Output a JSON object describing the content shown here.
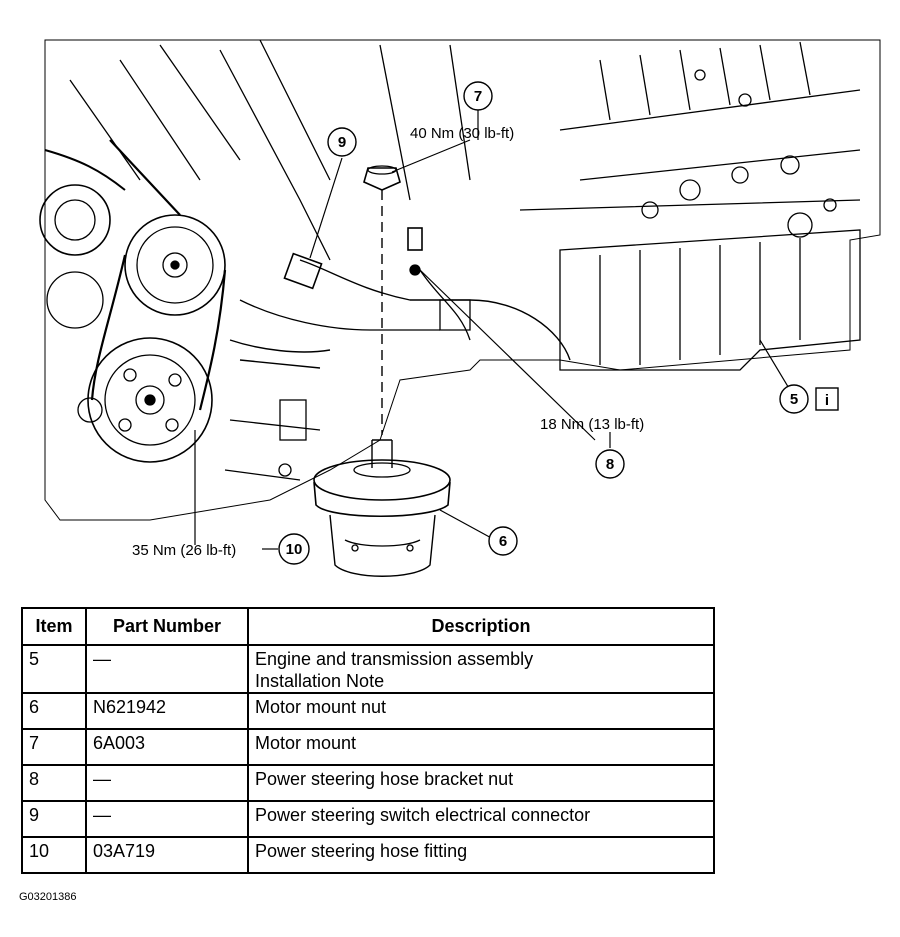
{
  "diagram": {
    "callouts": [
      {
        "id": "7",
        "label": "7"
      },
      {
        "id": "9",
        "label": "9"
      },
      {
        "id": "5",
        "label": "5"
      },
      {
        "id": "8",
        "label": "8"
      },
      {
        "id": "6",
        "label": "6"
      },
      {
        "id": "10",
        "label": "10"
      }
    ],
    "torque_labels": {
      "t7": "40 Nm (30 lb-ft)",
      "t8": "18 Nm (13 lb-ft)",
      "t10": "35 Nm (26 lb-ft)"
    },
    "info_icon": "i"
  },
  "table": {
    "headers": {
      "item": "Item",
      "part_number": "Part Number",
      "description": "Description"
    },
    "rows": [
      {
        "item": "5",
        "part_number": "—",
        "description": [
          "Engine and transmission assembly",
          "Installation Note"
        ]
      },
      {
        "item": "6",
        "part_number": "N621942",
        "description": [
          "Motor mount nut"
        ]
      },
      {
        "item": "7",
        "part_number": "6A003",
        "description": [
          "Motor mount"
        ]
      },
      {
        "item": "8",
        "part_number": "—",
        "description": [
          "Power steering hose bracket nut"
        ]
      },
      {
        "item": "9",
        "part_number": "—",
        "description": [
          "Power steering switch electrical connector"
        ]
      },
      {
        "item": "10",
        "part_number": "03A719",
        "description": [
          "Power steering hose fitting"
        ]
      }
    ]
  },
  "figure_id": "G03201386"
}
